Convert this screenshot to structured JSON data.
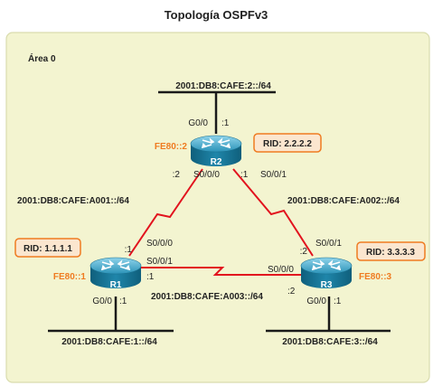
{
  "title": "Topología OSPFv3",
  "area": "Área 0",
  "colors": {
    "area_bg": "#f3f4d0",
    "area_border": "#d9dcae",
    "serial_link": "#e2131e",
    "link_local": "#ef7b21",
    "rid_border": "#ef7b21",
    "rid_bg": "#fbe6cf",
    "router_body": "#1a7fa0"
  },
  "routers": {
    "r1": {
      "name": "R1",
      "link_local": "FE80::1",
      "rid": "RID: 1.1.1.1"
    },
    "r2": {
      "name": "R2",
      "link_local": "FE80::2",
      "rid": "RID: 2.2.2.2"
    },
    "r3": {
      "name": "R3",
      "link_local": "FE80::3",
      "rid": "RID: 3.3.3.3"
    }
  },
  "lans": {
    "r1": {
      "network": "2001:DB8:CAFE:1::/64",
      "iface": "G0/0",
      "host": ":1"
    },
    "r2": {
      "network": "2001:DB8:CAFE:2::/64",
      "iface": "G0/0",
      "host": ":1"
    },
    "r3": {
      "network": "2001:DB8:CAFE:3::/64",
      "iface": "G0/0",
      "host": ":1"
    }
  },
  "links": {
    "r1_r2": {
      "network": "2001:DB8:CAFE:A001::/64",
      "r1_iface": "S0/0/0",
      "r1_host": ":1",
      "r2_iface": "S0/0/0",
      "r2_host": ":2"
    },
    "r2_r3": {
      "network": "2001:DB8:CAFE:A002::/64",
      "r2_iface": "S0/0/1",
      "r2_host": ":1",
      "r3_iface": "S0/0/1",
      "r3_host": ":2"
    },
    "r1_r3": {
      "network": "2001:DB8:CAFE:A003::/64",
      "r1_iface": "S0/0/1",
      "r1_host": ":1",
      "r3_iface": "S0/0/0",
      "r3_host": ":2"
    }
  }
}
